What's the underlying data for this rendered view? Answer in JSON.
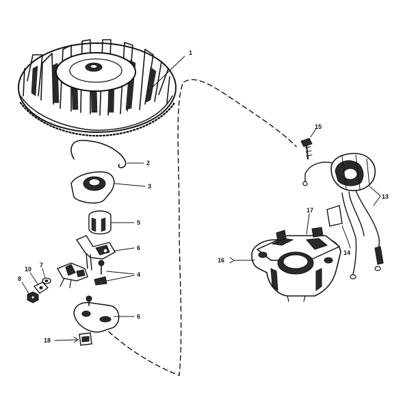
{
  "diagram": {
    "callouts": [
      {
        "id": "flywheel",
        "label": "1"
      },
      {
        "id": "spring",
        "label": "2"
      },
      {
        "id": "cover",
        "label": "3"
      },
      {
        "id": "bushing",
        "label": "5"
      },
      {
        "id": "lever",
        "label": "6"
      },
      {
        "id": "screws",
        "label": "4"
      },
      {
        "id": "bracket",
        "label": "6"
      },
      {
        "id": "washer",
        "label": "7"
      },
      {
        "id": "nut",
        "label": "8"
      },
      {
        "id": "lockwasher",
        "label": "10"
      },
      {
        "id": "clip",
        "label": "18"
      },
      {
        "id": "coil",
        "label": "13"
      },
      {
        "id": "bolt",
        "label": "15"
      },
      {
        "id": "housing",
        "label": "16"
      },
      {
        "id": "lamination",
        "label": "17"
      },
      {
        "id": "wire",
        "label": "14"
      }
    ]
  }
}
